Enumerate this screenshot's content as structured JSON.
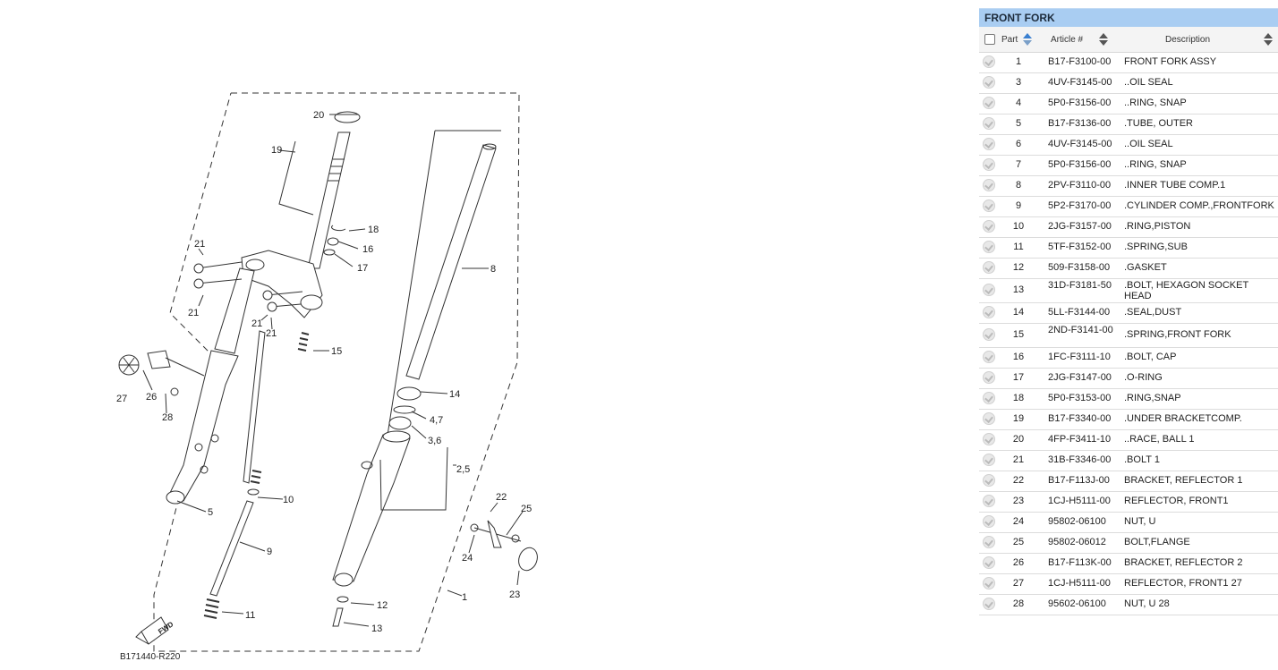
{
  "diagram": {
    "code": "B171440-R220",
    "fwd_label": "FWD",
    "callouts": [
      "20",
      "19",
      "18",
      "16",
      "17",
      "21",
      "21",
      "21",
      "21",
      "8",
      "15",
      "14",
      "4,7",
      "3,6",
      "2,5",
      "27",
      "26",
      "28",
      "5",
      "10",
      "9",
      "11",
      "12",
      "13",
      "1",
      "22",
      "25",
      "24",
      "23"
    ]
  },
  "panel": {
    "title": "FRONT FORK",
    "columns": {
      "part": "Part",
      "article": "Article #",
      "description": "Description"
    },
    "rows": [
      {
        "part": "1",
        "article": "B17-F3100-00",
        "description": "FRONT FORK ASSY"
      },
      {
        "part": "3",
        "article": "4UV-F3145-00",
        "description": "..OIL SEAL"
      },
      {
        "part": "4",
        "article": "5P0-F3156-00",
        "description": "..RING, SNAP"
      },
      {
        "part": "5",
        "article": "B17-F3136-00",
        "description": ".TUBE, OUTER"
      },
      {
        "part": "6",
        "article": "4UV-F3145-00",
        "description": "..OIL SEAL"
      },
      {
        "part": "7",
        "article": "5P0-F3156-00",
        "description": "..RING, SNAP"
      },
      {
        "part": "8",
        "article": "2PV-F3110-00",
        "description": ".INNER TUBE COMP.1"
      },
      {
        "part": "9",
        "article": "5P2-F3170-00",
        "description": ".CYLINDER COMP.,FRONTFORK"
      },
      {
        "part": "10",
        "article": "2JG-F3157-00",
        "description": ".RING,PISTON"
      },
      {
        "part": "11",
        "article": "5TF-F3152-00",
        "description": ".SPRING,SUB"
      },
      {
        "part": "12",
        "article": "509-F3158-00",
        "description": ".GASKET"
      },
      {
        "part": "13",
        "article": "31D-F3181-50",
        "description": ".BOLT, HEXAGON SOCKET HEAD"
      },
      {
        "part": "14",
        "article": "5LL-F3144-00",
        "description": ".SEAL,DUST"
      },
      {
        "part": "15",
        "article": "2ND-F3141-00",
        "description": ".SPRING,FRONT FORK"
      },
      {
        "part": "16",
        "article": "1FC-F3111-10",
        "description": ".BOLT, CAP"
      },
      {
        "part": "17",
        "article": "2JG-F3147-00",
        "description": ".O-RING"
      },
      {
        "part": "18",
        "article": "5P0-F3153-00",
        "description": ".RING,SNAP"
      },
      {
        "part": "19",
        "article": "B17-F3340-00",
        "description": ".UNDER BRACKETCOMP."
      },
      {
        "part": "20",
        "article": "4FP-F3411-10",
        "description": "..RACE, BALL 1"
      },
      {
        "part": "21",
        "article": "31B-F3346-00",
        "description": ".BOLT 1"
      },
      {
        "part": "22",
        "article": "B17-F113J-00",
        "description": "BRACKET, REFLECTOR 1"
      },
      {
        "part": "23",
        "article": "1CJ-H5111-00",
        "description": "REFLECTOR, FRONT1"
      },
      {
        "part": "24",
        "article": "95802-06100",
        "description": "NUT, U"
      },
      {
        "part": "25",
        "article": "95802-06012",
        "description": "BOLT,FLANGE"
      },
      {
        "part": "26",
        "article": "B17-F113K-00",
        "description": "BRACKET, REFLECTOR 2"
      },
      {
        "part": "27",
        "article": "1CJ-H5111-00",
        "description": "REFLECTOR, FRONT1 27"
      },
      {
        "part": "28",
        "article": "95602-06100",
        "description": "NUT, U 28"
      }
    ]
  }
}
